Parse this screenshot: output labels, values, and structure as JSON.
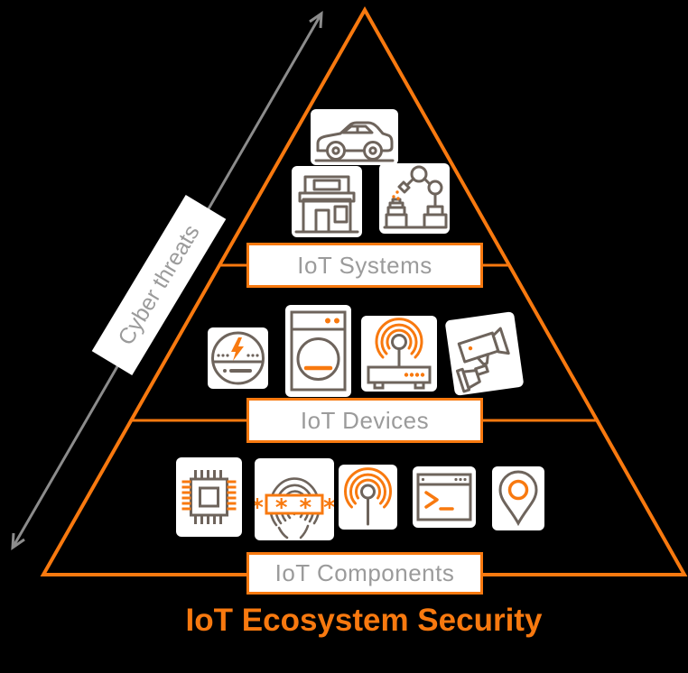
{
  "title": "IoT Ecosystem Security",
  "threat_axis": {
    "label": "Cyber threats",
    "direction": "diagonal-double-arrow"
  },
  "pyramid": {
    "tiers": [
      {
        "label": "IoT Systems",
        "icons": [
          "car-icon",
          "smart-building-icon",
          "robot-arm-icon"
        ]
      },
      {
        "label": "IoT Devices",
        "icons": [
          "smart-meter-icon",
          "washing-machine-icon",
          "wifi-router-icon",
          "cctv-camera-icon"
        ]
      },
      {
        "label": "IoT Components",
        "icons": [
          "microchip-icon",
          "fingerprint-password-icon",
          "antenna-icon",
          "terminal-icon",
          "location-pin-icon"
        ]
      }
    ]
  },
  "password_mask": "* * * *",
  "colors": {
    "accent_orange": "#F8790F",
    "icon_gray": "#6E645C",
    "label_text_gray": "#9B9B9B",
    "arrow_gray": "#8C8C8C",
    "background": "#000000",
    "tile_white": "#FFFFFF"
  }
}
